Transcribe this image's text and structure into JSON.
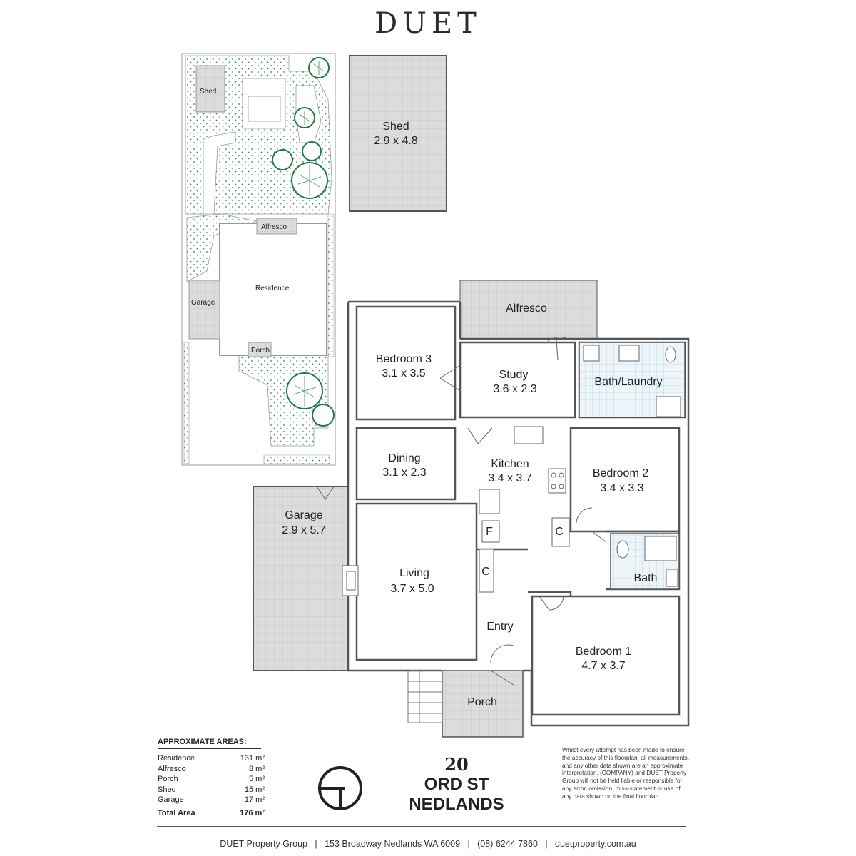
{
  "brand": "DUET",
  "site": {
    "labels": {
      "shed": "Shed",
      "alfresco": "Alfresco",
      "residence": "Residence",
      "garage": "Garage",
      "porch": "Porch"
    }
  },
  "rooms": {
    "shed": {
      "name": "Shed",
      "dims": "2.9 x 4.8"
    },
    "alfresco": {
      "name": "Alfresco"
    },
    "bedroom3": {
      "name": "Bedroom 3",
      "dims": "3.1 x 3.5"
    },
    "study": {
      "name": "Study",
      "dims": "3.6 x 2.3"
    },
    "bath_laundry": {
      "name": "Bath/Laundry"
    },
    "dining": {
      "name": "Dining",
      "dims": "3.1 x 2.3"
    },
    "kitchen": {
      "name": "Kitchen",
      "dims": "3.4 x 3.7"
    },
    "bedroom2": {
      "name": "Bedroom 2",
      "dims": "3.4 x 3.3"
    },
    "garage": {
      "name": "Garage",
      "dims": "2.9 x 5.7"
    },
    "living": {
      "name": "Living",
      "dims": "3.7 x 5.0"
    },
    "bath": {
      "name": "Bath"
    },
    "entry": {
      "name": "Entry"
    },
    "bedroom1": {
      "name": "Bedroom 1",
      "dims": "4.7 x 3.7"
    },
    "porch": {
      "name": "Porch"
    },
    "fridge": "F",
    "cupboard1": "C",
    "cupboard2": "C"
  },
  "areas": {
    "title": "APPROXIMATE AREAS:",
    "rows": [
      {
        "label": "Residence",
        "value": "131 m²"
      },
      {
        "label": "Alfresco",
        "value": "8 m²"
      },
      {
        "label": "Porch",
        "value": "5 m²"
      },
      {
        "label": "Shed",
        "value": "15 m²"
      },
      {
        "label": "Garage",
        "value": "17 m²"
      }
    ],
    "total": {
      "label": "Total Area",
      "value": "176 m²"
    }
  },
  "address": {
    "number": "20",
    "street": "ORD ST",
    "suburb": "NEDLANDS"
  },
  "disclaimer": "Whilst every attempt has been made to ensure the accuracy of this floorplan, all measurements, and any other data shown are an approximate interpretation. (COMPANY) and DUET Property Group will not be held liable or responsible for any error, omission, miss-statement or use of any data shown on the final floorplan.",
  "footer": "DUET Property Group   |   153 Broadway Nedlands WA 6009   |   (08) 6244 7860   |   duetproperty.com.au",
  "colors": {
    "tile": "#d9d9d9",
    "wet": "#e6f1f7",
    "tree": "#1f7a4a",
    "wall": "#555555"
  }
}
